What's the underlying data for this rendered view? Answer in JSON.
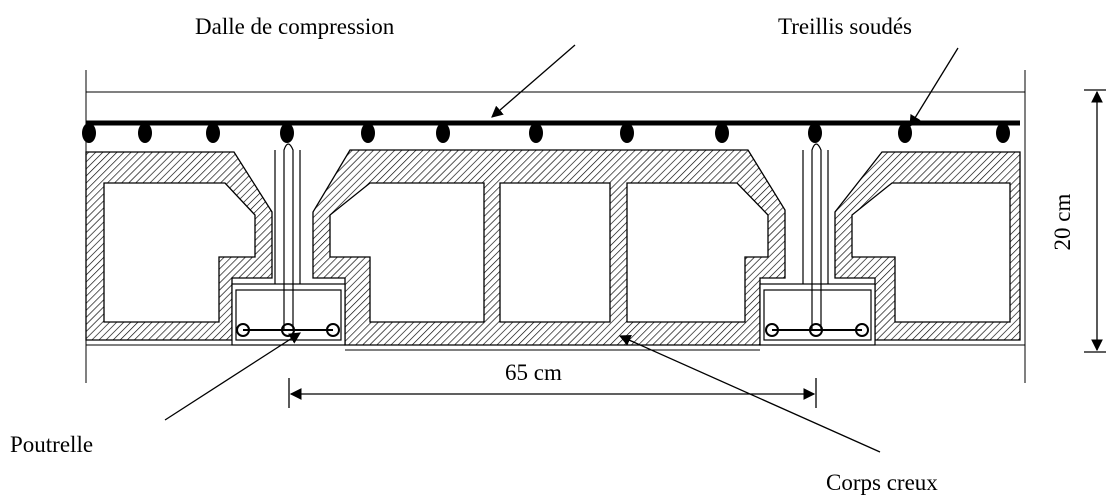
{
  "labels": {
    "dalle": "Dalle de compression",
    "treillis": "Treillis soudés",
    "poutrelle": "Poutrelle",
    "corps_creux": "Corps creux",
    "span": "65 cm",
    "height": "20 cm"
  },
  "colors": {
    "ink": "#000000",
    "background": "#ffffff"
  }
}
